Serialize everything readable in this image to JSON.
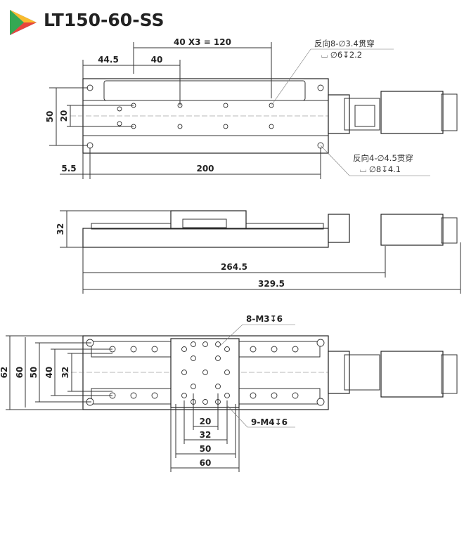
{
  "title": "LT150-60-SS",
  "logo_colors": [
    "#e8453c",
    "#f9bb2d",
    "#4285f4",
    "#34a853"
  ],
  "top_view": {
    "dim_pitch": "40 X3 = 120",
    "dim_offset": "44.5",
    "dim_spacing": "40",
    "dim_width": "50",
    "dim_row": "20",
    "dim_end": "5.5",
    "dim_length": "200",
    "note1_line1": "反向8-∅3.4贯穿",
    "note1_line2": "⌴ ∅6↧2.2",
    "note2_line1": "反向4-∅4.5贯穿",
    "note2_line2": "⌴ ∅8↧4.1"
  },
  "side_view": {
    "dim_height": "32",
    "dim_body": "264.5",
    "dim_total": "329.5"
  },
  "bottom_view": {
    "dim_62": "62",
    "dim_60": "60",
    "dim_50": "50",
    "dim_40": "40",
    "dim_32": "32",
    "dim_h20": "20",
    "dim_h32": "32",
    "dim_h50": "50",
    "dim_h60": "60",
    "note_m3": "8-M3↧6",
    "note_m4": "9-M4↧6"
  }
}
